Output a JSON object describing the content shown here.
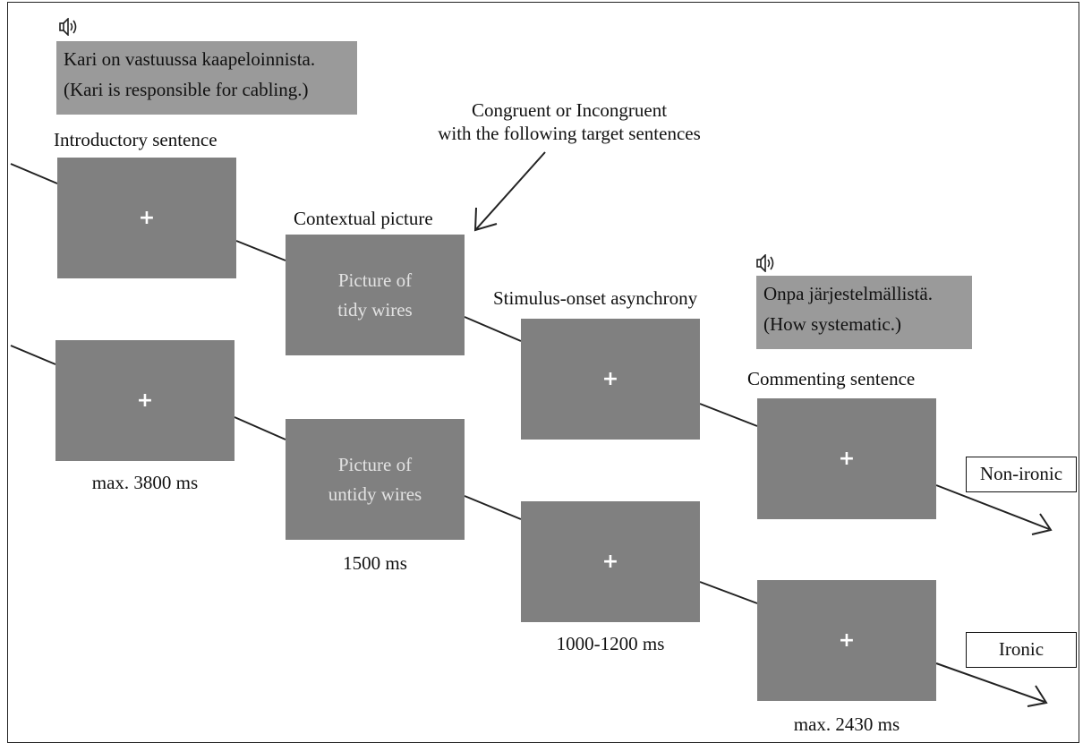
{
  "audio_intro": {
    "icon": "speaker-icon",
    "line1": "Kari on vastuussa kaapeloinnista.",
    "line2": "(Kari is responsible for cabling.)"
  },
  "audio_comment": {
    "icon": "speaker-icon",
    "line1": "Onpa järjestelmällistä.",
    "line2": "(How systematic.)"
  },
  "annotation": {
    "line1": "Congruent or Incongruent",
    "line2": "with the following target sentences"
  },
  "stages": {
    "intro": {
      "label": "Introductory sentence",
      "duration": "max. 3800 ms",
      "fixation": "+"
    },
    "picture": {
      "label": "Contextual picture",
      "duration": "1500 ms",
      "tidy_l1": "Picture of",
      "tidy_l2": "tidy wires",
      "untidy_l1": "Picture of",
      "untidy_l2": "untidy wires"
    },
    "soa": {
      "label": "Stimulus-onset asynchrony",
      "duration": "1000-1200 ms",
      "fixation": "+"
    },
    "comment": {
      "label": "Commenting sentence",
      "duration": "max. 2430 ms",
      "fixation": "+"
    }
  },
  "outcomes": {
    "top": "Non-ironic",
    "bottom": "Ironic"
  },
  "colors": {
    "screen": "#808080",
    "audio_box": "#9a9a9a",
    "line": "#222222"
  }
}
